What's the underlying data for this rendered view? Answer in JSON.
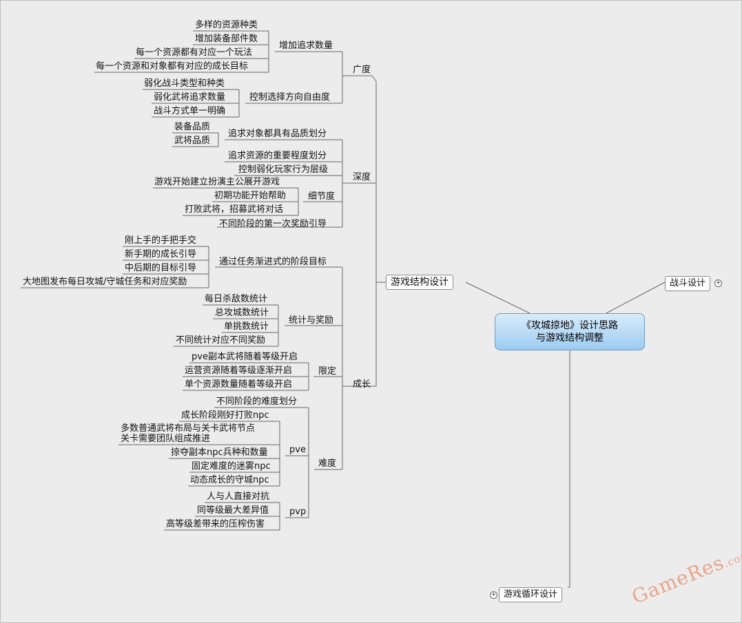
{
  "root": {
    "line1": "《攻城掠地》设计思路",
    "line2": "与游戏结构调整"
  },
  "branches": {
    "structure": "游戏结构设计",
    "battle": "战斗设计",
    "loop": "游戏循环设计",
    "expand_symbol": "+"
  },
  "breadth": {
    "label": "广度",
    "increase": {
      "label": "增加追求数量",
      "items": [
        "多样的资源种类",
        "增加装备部件数",
        "每一个资源都有对应一个玩法",
        "每一个资源和对象都有对应的成长目标"
      ]
    },
    "control": {
      "label": "控制选择方向自由度",
      "items": [
        "弱化战斗类型和种类",
        "弱化武将追求数量",
        "战斗方式单一明确"
      ]
    }
  },
  "depth": {
    "label": "深度",
    "quality": {
      "label": "追求对象都具有品质划分",
      "items": [
        "装备品质",
        "武将品质"
      ]
    },
    "importance": "追求资源的重要程度划分",
    "control_weaken": "控制弱化玩家行为层级",
    "detail": {
      "label": "细节度",
      "items": [
        "游戏开始建立扮演主公展开游戏",
        "初期功能开始帮助",
        "打败武将，招募武将对话"
      ]
    },
    "stage_reward": "不同阶段的第一次奖励引导"
  },
  "growth": {
    "label": "成长",
    "tasks": {
      "label": "通过任务渐进式的阶段目标",
      "items": [
        "刚上手的手把手交",
        "新手期的成长引导",
        "中后期的目标引导",
        "大地图发布每日攻城/守城任务和对应奖励"
      ]
    },
    "stats": {
      "label": "统计与奖励",
      "items": [
        "每日杀敌数统计",
        "总攻城数统计",
        "单挑数统计",
        "不同统计对应不同奖励"
      ]
    },
    "limit": {
      "label": "限定",
      "items": [
        "pve副本武将随着等级开启",
        "运营资源随着等级逐渐开启",
        "单个资源数量随着等级开启"
      ]
    },
    "difficulty": {
      "label": "难度",
      "stage_division": "不同阶段的难度划分",
      "pve": {
        "label": "pve",
        "items": [
          "成长阶段刚好打败npc",
          "多数普通武将布局与关卡武将节点",
          "关卡需要团队组成推进",
          "掠夺副本npc兵种和数量",
          "固定难度的迷雾npc",
          "动态成长的守城npc"
        ]
      },
      "pvp": {
        "label": "pvp",
        "items": [
          "人与人直接对抗",
          "同等级最大差异值",
          "高等级差带来的压榨伤害"
        ]
      }
    }
  },
  "watermark": {
    "brand": "GameRes",
    "suffix": ".com"
  }
}
